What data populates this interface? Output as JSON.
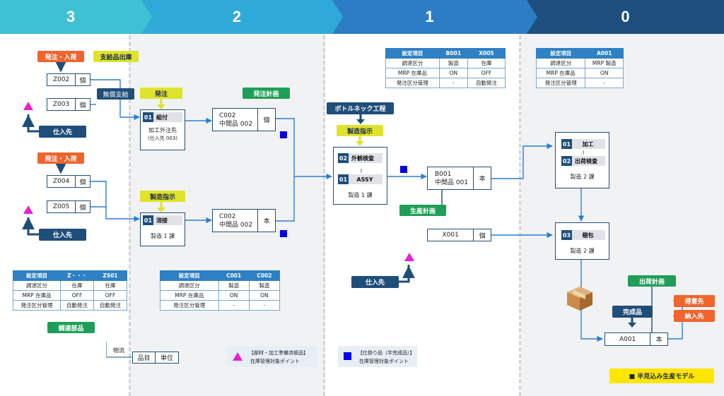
{
  "stages": [
    "3",
    "2",
    "1",
    "0"
  ],
  "colors": {
    "navy": "#1f4e79",
    "blue": "#2a7fd0",
    "orange": "#f0642d",
    "yellow": "#dfe32b",
    "green": "#1f9e57",
    "magenta": "#e81fd6",
    "square": "#0000e6"
  },
  "tags": {
    "ship_receive_1": "発注・入荷",
    "supply_out": "支給品出庫",
    "free_supply": "無償支給",
    "supplier_1": "仕入先",
    "ship_receive_2": "発注・入荷",
    "supplier_2": "仕入先",
    "order": "発注",
    "mfg_instr_1": "製造指示",
    "order_plan": "発注計画",
    "bottleneck": "ボトルネック工程",
    "mfg_instr_2": "製造指示",
    "prod_plan": "生産計画",
    "supplier_3": "仕入先",
    "ship_plan": "出荷計画",
    "finished": "完成品",
    "customer": "得意先",
    "delivery": "納入先",
    "procured_parts": "調達部品",
    "model": "■ 半見込み生産モデル"
  },
  "items": {
    "z002": {
      "code": "Z002",
      "unit": "個"
    },
    "z003": {
      "code": "Z003",
      "unit": "個"
    },
    "z004": {
      "code": "Z004",
      "unit": "個"
    },
    "z005": {
      "code": "Z005",
      "unit": "個"
    },
    "c002a": {
      "code": "C002",
      "name": "中間品 002",
      "unit": "個"
    },
    "c002b": {
      "code": "C002",
      "name": "中間品 002",
      "unit": "本"
    },
    "b001": {
      "code": "B001",
      "name": "中間品 001",
      "unit": "本"
    },
    "x001": {
      "code": "X001",
      "unit": "個"
    },
    "a001": {
      "code": "A001",
      "unit": "本"
    }
  },
  "procs": {
    "kumitsuke": {
      "num": "01",
      "name": "組付",
      "caption1": "加工外注先",
      "caption2": "(仕入先 003)"
    },
    "yousetsu": {
      "num": "01",
      "name": "溶接",
      "caption": "製造 1 課"
    },
    "ins": {
      "num": "02",
      "name": "外観検査"
    },
    "assy": {
      "num": "01",
      "name": "ASSY"
    },
    "assy_caption": "製造 1 課",
    "kako": {
      "num": "01",
      "name": "加工"
    },
    "shukka": {
      "num": "02",
      "name": "出荷検査"
    },
    "kako_caption": "製造 2 課",
    "konpo": {
      "num": "03",
      "name": "梱包",
      "caption": "製造 2 課"
    }
  },
  "tables": {
    "t_b001": {
      "headers": [
        "設定項目",
        "B001",
        "X005"
      ],
      "rows": [
        [
          "調達区分",
          "製造",
          "在庫"
        ],
        [
          "MRP 在庫品",
          "ON",
          "OFF"
        ],
        [
          "発注区分管理",
          "-",
          "自動発注"
        ]
      ]
    },
    "t_a001": {
      "headers": [
        "設定項目",
        "A001"
      ],
      "rows": [
        [
          "調達区分",
          "MRP 製造"
        ],
        [
          "MRP 在庫品",
          "ON"
        ],
        [
          "発注区分管理",
          "-"
        ]
      ]
    },
    "t_z": {
      "headers": [
        "設定項目",
        "Z・・・",
        "ZS01"
      ],
      "rows": [
        [
          "調達区分",
          "在庫",
          "在庫"
        ],
        [
          "MRP 在庫品",
          "OFF",
          "OFF"
        ],
        [
          "発注区分管理",
          "自動発注",
          "自動発注"
        ]
      ]
    },
    "t_c": {
      "headers": [
        "設定項目",
        "C001",
        "C002"
      ],
      "rows": [
        [
          "調達区分",
          "製造",
          "製造"
        ],
        [
          "MRP 在庫品",
          "ON",
          "ON"
        ],
        [
          "発注区分管理",
          "-",
          "-"
        ]
      ]
    }
  },
  "legend_flow": {
    "label": "物流",
    "col1": "品目",
    "col2": "単位"
  },
  "legend_triangle": {
    "line1": "【部材・加工準備済部品】",
    "line2": "在庫管理対象ポイント"
  },
  "legend_square": {
    "line1": "【仕掛り品（半完成品）】",
    "line2": "在庫管理対象ポイント"
  }
}
